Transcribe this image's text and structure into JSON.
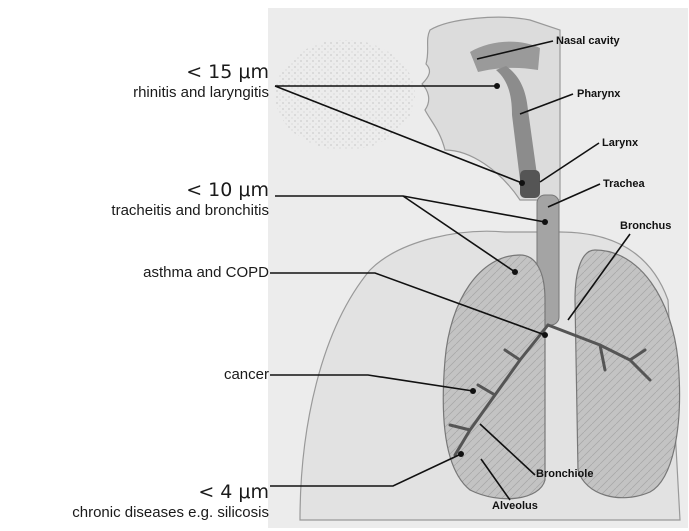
{
  "groups": [
    {
      "size": "< 15 μm",
      "disease": "rhinitis and laryngitis"
    },
    {
      "size": "< 10 μm",
      "disease": "tracheitis  and bronchitis"
    },
    {
      "size": "",
      "disease": "asthma and COPD"
    },
    {
      "size": "",
      "disease": "cancer"
    },
    {
      "size": "< 4 μm",
      "disease": "chronic diseases e.g. silicosis"
    }
  ],
  "structures": {
    "nasal_cavity": "Nasal cavity",
    "pharynx": "Pharynx",
    "larynx": "Larynx",
    "trachea": "Trachea",
    "bronchus": "Bronchus",
    "bronchiole": "Bronchiole",
    "alveolus": "Alveolus"
  },
  "colors": {
    "line": "#111111",
    "tissue": "#cfcfcf",
    "lung": "#b9b9b9",
    "airway": "#8a8a8a"
  }
}
